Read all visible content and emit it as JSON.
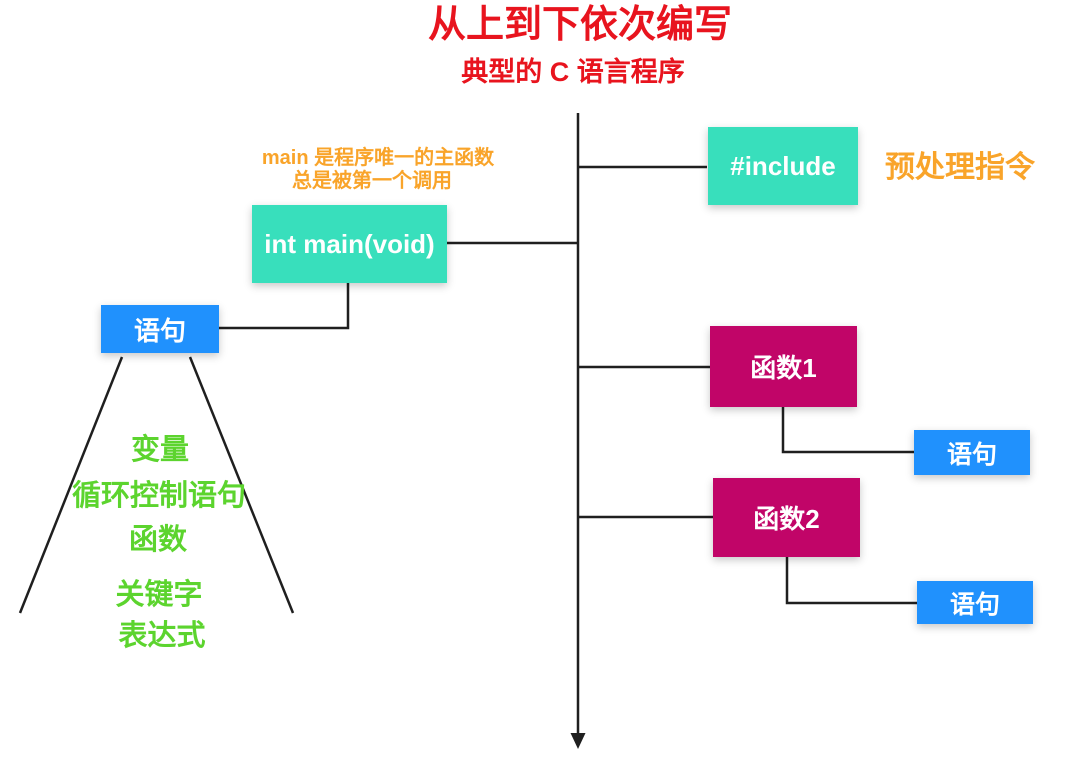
{
  "colors": {
    "red": "#e8141e",
    "orange": "#f9a42a",
    "teal": "#38dfbc",
    "magenta": "#c10568",
    "blue": "#2091fd",
    "green": "#5cd42e",
    "line": "#1f1f1f"
  },
  "header": {
    "title": "从上到下依次编写",
    "subtitle": "典型的 C 语言程序"
  },
  "annotation": {
    "line1": "main 是程序唯一的主函数",
    "line2": "总是被第一个调用"
  },
  "nodes": {
    "include": {
      "label": "#include"
    },
    "main": {
      "label": "int main(void)"
    },
    "statement_left": {
      "label": "语句"
    },
    "func1": {
      "label": "函数1"
    },
    "func2": {
      "label": "函数2"
    },
    "statement1": {
      "label": "语句"
    },
    "statement2": {
      "label": "语句"
    }
  },
  "labels": {
    "preprocessor": "预处理指令"
  },
  "statement_components": [
    "变量",
    "循环控制语句",
    "函数",
    "关键字",
    "表达式"
  ]
}
